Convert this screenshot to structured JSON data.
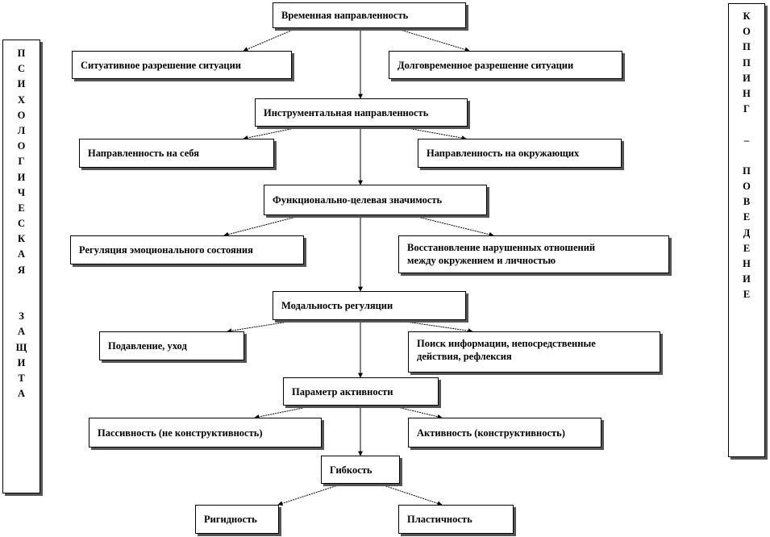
{
  "left_side": {
    "letters": [
      "П",
      "С",
      "И",
      "Х",
      "О",
      "Л",
      "О",
      "Г",
      "И",
      "Ч",
      "Е",
      "С",
      "К",
      "А",
      "Я",
      "",
      "",
      "З",
      "А",
      "Щ",
      "И",
      "Т",
      "А"
    ]
  },
  "right_side": {
    "letters": [
      "К",
      "О",
      "П",
      "П",
      "И",
      "Н",
      "Г",
      "",
      "–",
      "",
      "П",
      "О",
      "В",
      "Е",
      "Д",
      "Е",
      "Н",
      "И",
      "Е"
    ]
  },
  "nodes": {
    "temporal": "Временная направленность",
    "situational": "Ситуативное разрешение ситуации",
    "longterm": "Долговременное разрешение ситуации",
    "instrumental": "Инструментальная направленность",
    "self": "Направленность на себя",
    "others": "Направленность на окружающих",
    "functional": "Функционально-целевая значимость",
    "emotional": "Регуляция эмоционального состояния",
    "restore_line1": "Восстановление нарушенных отношений",
    "restore_line2": "между окружением и личностью",
    "modality": "Модальность регуляции",
    "suppression": "Подавление, уход",
    "search_line1": "Поиск информации, непосредственные",
    "search_line2": "действия, рефлексия",
    "activity_param": "Параметр активности",
    "passive": "Пассивность (не конструктивность)",
    "active": "Активность (конструктивность)",
    "flexibility": "Гибкость",
    "rigidity": "Ригидность",
    "plasticity": "Пластичность"
  }
}
